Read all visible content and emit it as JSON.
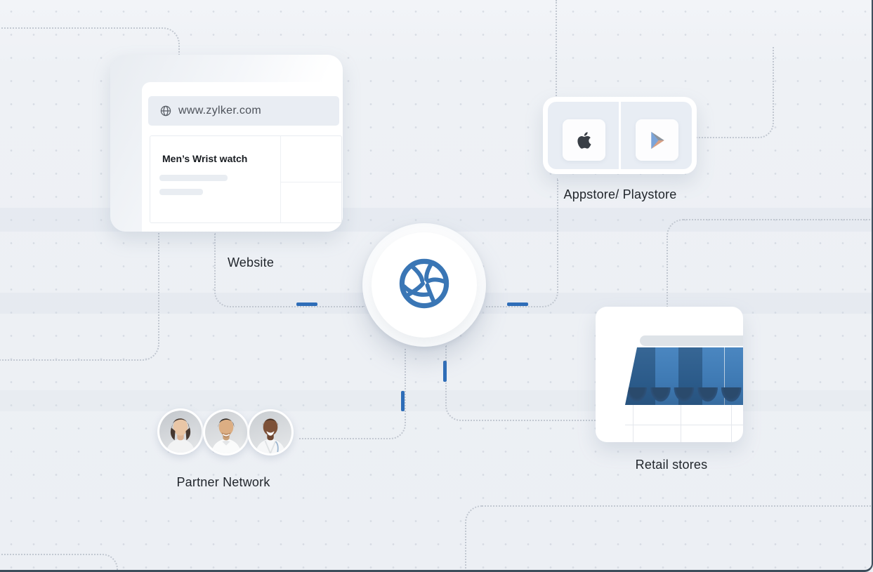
{
  "hub": {
    "icon": "sphere-logo-icon"
  },
  "channels": {
    "website": {
      "label": "Website",
      "browser": {
        "url": "www.zylker.com",
        "product_title": "Men’s Wrist watch"
      }
    },
    "appstore": {
      "label": "Appstore/ Playstore",
      "icons": [
        "apple-icon",
        "google-play-icon"
      ]
    },
    "retail": {
      "label": "Retail stores",
      "icon": "storefront-awning-icon"
    },
    "partner": {
      "label": "Partner Network",
      "avatar_count": 3
    }
  },
  "colors": {
    "background": "#eef1f5",
    "accent_blue": "#2e6db8",
    "logo_blue": "#3a76b5",
    "awning_dark": "#2c5e8f",
    "awning_light": "#4180bd",
    "connector_gray": "#c2c8d1"
  }
}
